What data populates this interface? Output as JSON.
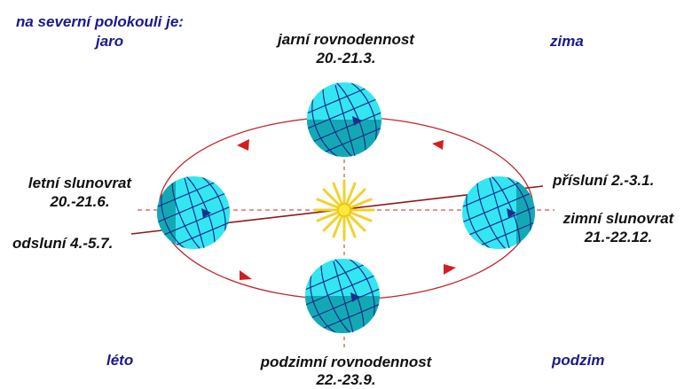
{
  "hemisphere_title": "na severní polokouli je:",
  "seasons": {
    "top_left": "jaro",
    "top_right": "zima",
    "bottom_left": "léto",
    "bottom_right": "podzim"
  },
  "positions": {
    "top": {
      "name": "jarní rovnodennost",
      "date": "20.-21.3."
    },
    "left": {
      "name": "letní slunovrat",
      "date": "20.-21.6."
    },
    "right": {
      "name": "zimní slunovrat",
      "date": "21.-22.12."
    },
    "bottom": {
      "name": "podzimní rovnodennost",
      "date": "22.-23.9."
    }
  },
  "orbit_points": {
    "perihelion": "přísluní 2.-3.1.",
    "aphelion": "odsluní 4.-5.7."
  },
  "colors": {
    "orbit": "#c0282d",
    "label_blue": "#1a1a8c",
    "label_dark": "#111111",
    "globe_light": "#33e6f2",
    "globe_dark": "#13a9b4",
    "grid": "#1b2f8c",
    "sun": "#ffe840"
  }
}
